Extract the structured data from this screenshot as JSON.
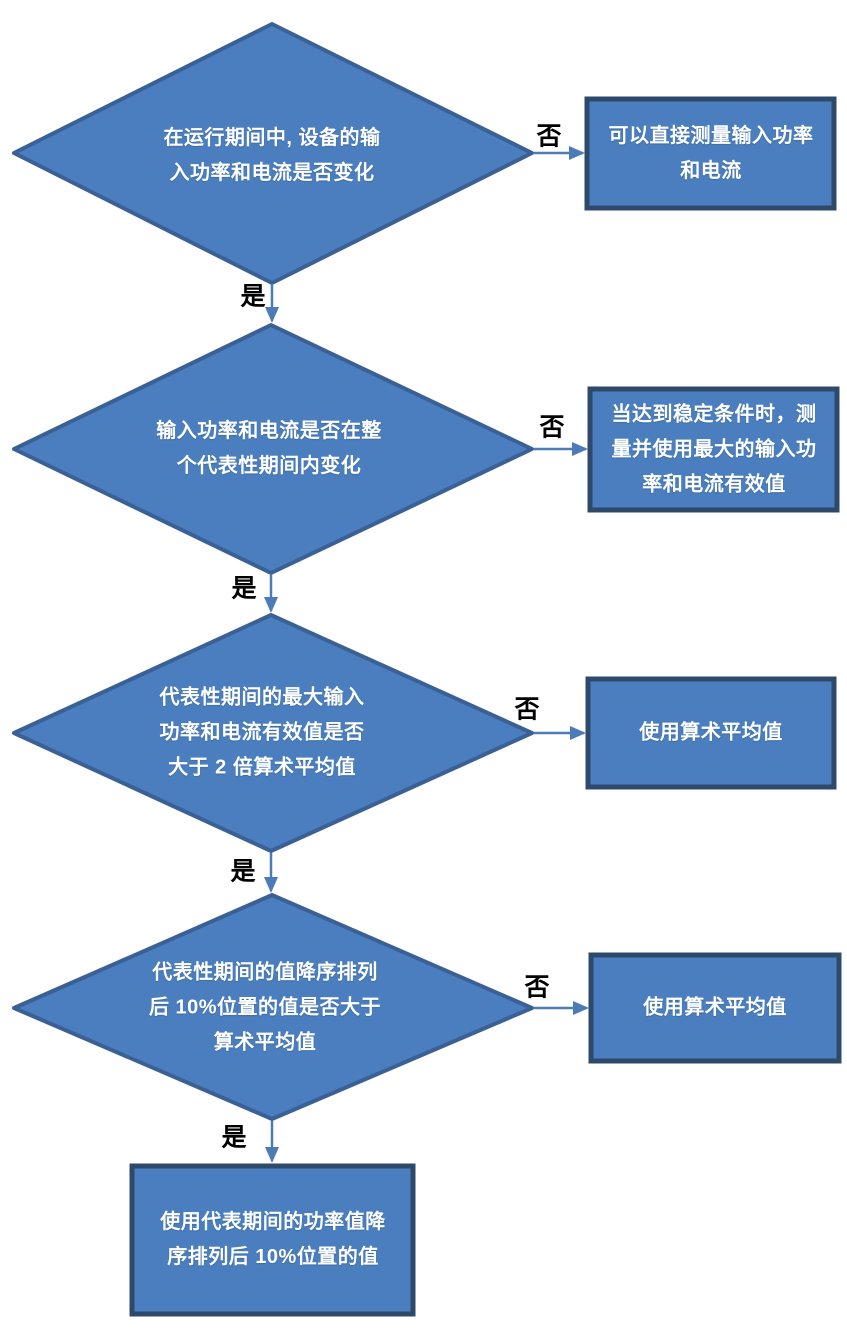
{
  "colors": {
    "node_fill": "#4a7ebe",
    "diamond_border": "#3a6096",
    "box_border": "#2e4a6b",
    "arrow": "#4b7cb8",
    "node_text": "#ffffff",
    "branch_label": "#000000",
    "background": "#ffffff"
  },
  "flowchart": {
    "type": "decision-flow",
    "decisions": [
      {
        "text": "在运行期间中, 设备的输\n入功率和电流是否变化",
        "yes_label": "是",
        "no_label": "否"
      },
      {
        "text": "输入功率和电流是否在整\n个代表性期间内变化",
        "yes_label": "是",
        "no_label": "否"
      },
      {
        "text": "代表性期间的最大输入\n功率和电流有效值是否\n大于 2 倍算术平均值",
        "yes_label": "是",
        "no_label": "否"
      },
      {
        "text": "代表性期间的值降序排列\n后 10%位置的值是否大于\n算术平均值",
        "yes_label": "是",
        "no_label": "否"
      }
    ],
    "no_outcomes": [
      {
        "text": "可以直接测量输入功率\n和电流"
      },
      {
        "text": "当达到稳定条件时，测\n量并使用最大的输入功\n率和电流有效值"
      },
      {
        "text": "使用算术平均值"
      },
      {
        "text": "使用算术平均值"
      }
    ],
    "final_outcome": {
      "text": "使用代表期间的功率值降\n序排列后 10%位置的值"
    }
  }
}
